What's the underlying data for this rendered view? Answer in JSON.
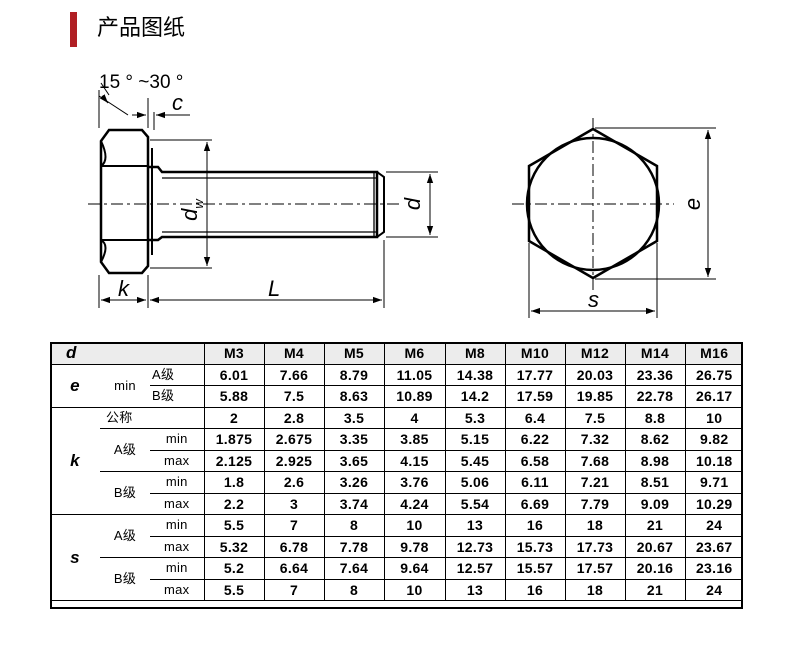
{
  "header": {
    "title": "产品图纸",
    "accent_color": "#b01f24"
  },
  "drawing": {
    "angle_label": "15 ° ~30 °",
    "c_label": "c",
    "dw_label": "d",
    "dw_sub": "w",
    "d_label": "d",
    "k_label": "k",
    "L_label": "L",
    "e_label": "e",
    "s_label": "s"
  },
  "table": {
    "d_label": "d",
    "sizes": [
      "M3",
      "M4",
      "M5",
      "M6",
      "M8",
      "M10",
      "M12",
      "M14",
      "M16"
    ],
    "e": {
      "symbol": "e",
      "min_label": "min",
      "rows": [
        {
          "grade": "A级",
          "values": [
            "6.01",
            "7.66",
            "8.79",
            "11.05",
            "14.38",
            "17.77",
            "20.03",
            "23.36",
            "26.75"
          ]
        },
        {
          "grade": "B级",
          "values": [
            "5.88",
            "7.5",
            "8.63",
            "10.89",
            "14.2",
            "17.59",
            "19.85",
            "22.78",
            "26.17"
          ]
        }
      ]
    },
    "k": {
      "symbol": "k",
      "nominal_label": "公称",
      "nominal": [
        "2",
        "2.8",
        "3.5",
        "4",
        "5.3",
        "6.4",
        "7.5",
        "8.8",
        "10"
      ],
      "grades": [
        {
          "grade": "A级",
          "min_label": "min",
          "min": [
            "1.875",
            "2.675",
            "3.35",
            "3.85",
            "5.15",
            "6.22",
            "7.32",
            "8.62",
            "9.82"
          ],
          "max_label": "max",
          "max": [
            "2.125",
            "2.925",
            "3.65",
            "4.15",
            "5.45",
            "6.58",
            "7.68",
            "8.98",
            "10.18"
          ]
        },
        {
          "grade": "B级",
          "min_label": "min",
          "min": [
            "1.8",
            "2.6",
            "3.26",
            "3.76",
            "5.06",
            "6.11",
            "7.21",
            "8.51",
            "9.71"
          ],
          "max_label": "max",
          "max": [
            "2.2",
            "3",
            "3.74",
            "4.24",
            "5.54",
            "6.69",
            "7.79",
            "9.09",
            "10.29"
          ]
        }
      ]
    },
    "s": {
      "symbol": "s",
      "grades": [
        {
          "grade": "A级",
          "min_label": "min",
          "min": [
            "5.5",
            "7",
            "8",
            "10",
            "13",
            "16",
            "18",
            "21",
            "24"
          ],
          "max_label": "max",
          "max": [
            "5.32",
            "6.78",
            "7.78",
            "9.78",
            "12.73",
            "15.73",
            "17.73",
            "20.67",
            "23.67"
          ]
        },
        {
          "grade": "B级",
          "min_label": "min",
          "min": [
            "5.2",
            "6.64",
            "7.64",
            "9.64",
            "12.57",
            "15.57",
            "17.57",
            "20.16",
            "23.16"
          ],
          "max_label": "max",
          "max": [
            "5.5",
            "7",
            "8",
            "10",
            "13",
            "16",
            "18",
            "21",
            "24"
          ]
        }
      ]
    }
  }
}
